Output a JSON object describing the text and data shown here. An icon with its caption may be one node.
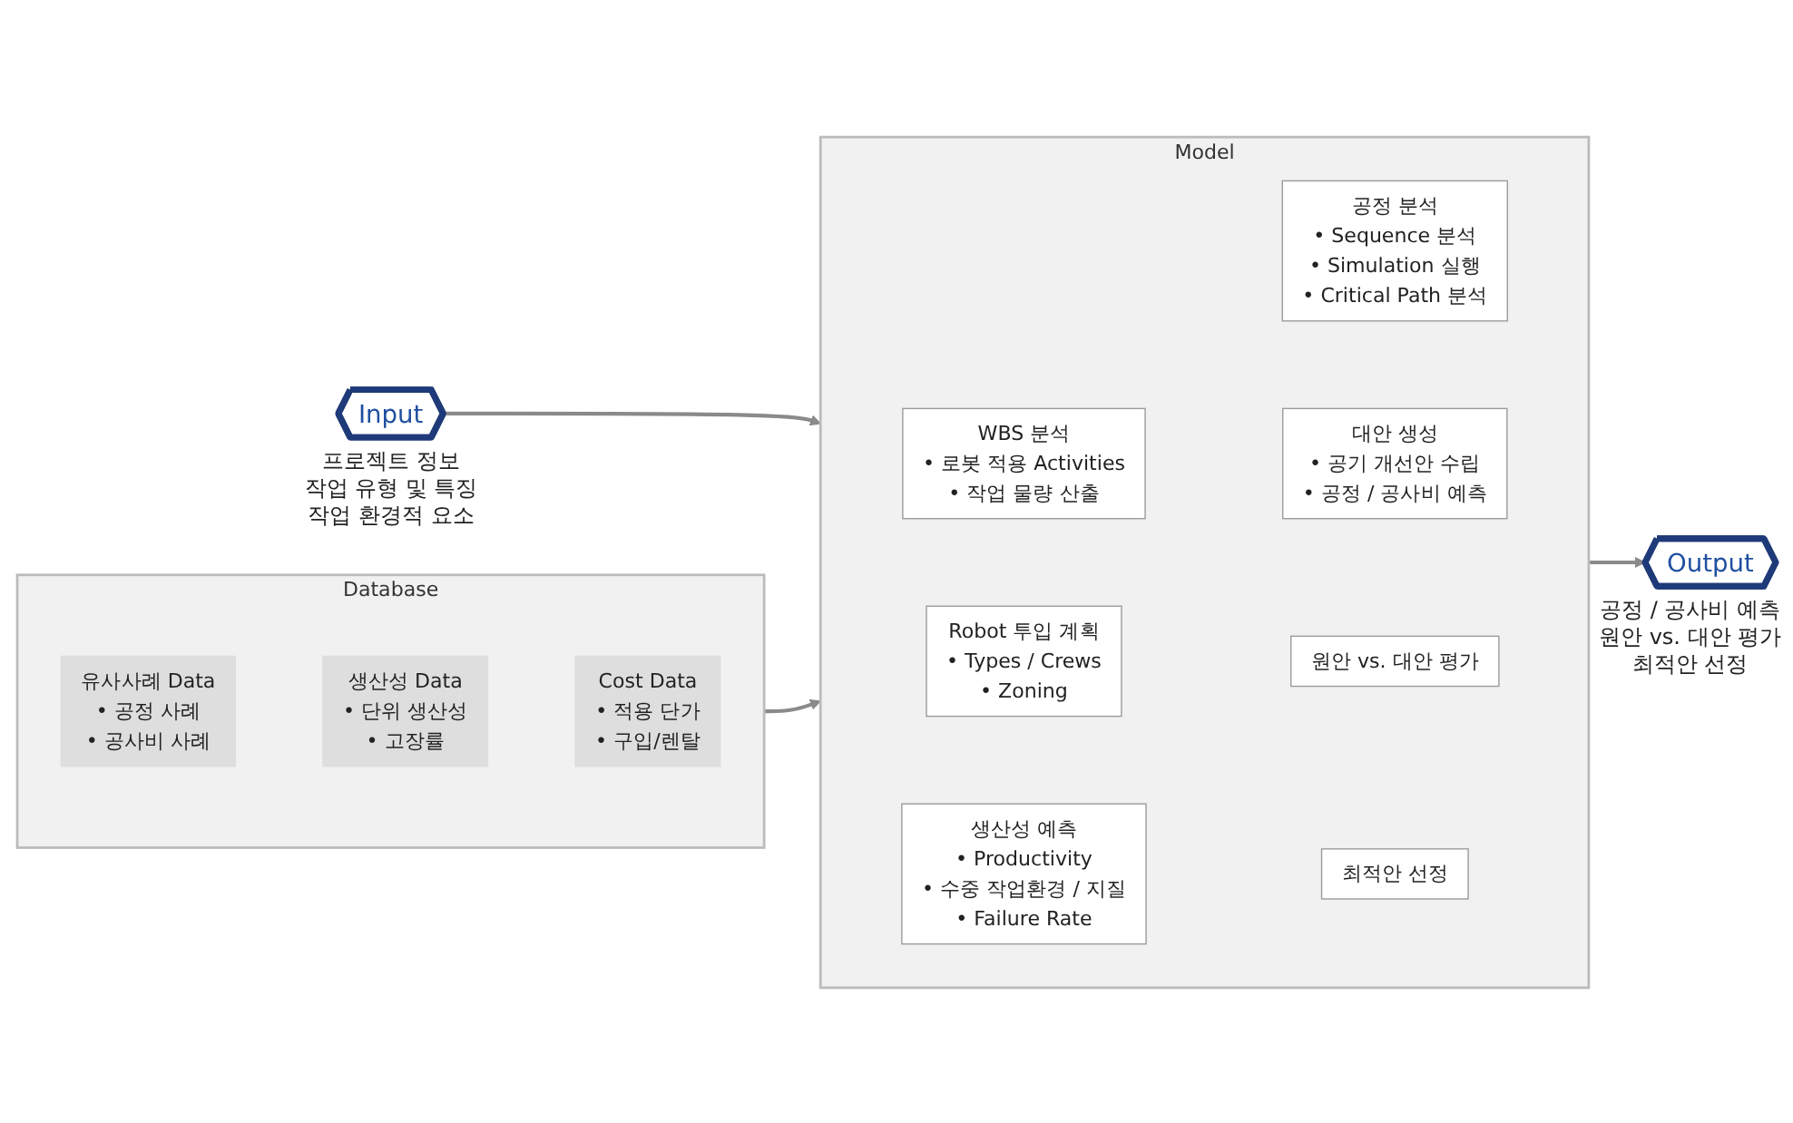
{
  "diagram": {
    "nodes": [
      {
        "text": [
          "Input"
        ],
        "beside": [
          "프로젝트 정보",
          "작업 유형 및 특징",
          "작업 환경적 요소"
        ]
      },
      {
        "text": [
          "Model"
        ]
      },
      {
        "text": [
          "WBS 분석",
          "• 로봇 적용 Activities",
          "• 작업 물량 산출"
        ],
        "in": 1
      },
      {
        "text": [
          "Robot 투입 계획",
          "• Types / Crews",
          "• Zoning"
        ],
        "in": 1
      },
      {
        "text": [
          "생산성 예측",
          "• Productivity",
          "• 수중 작업환경 / 지질",
          "• Failure Rate"
        ],
        "in": 1
      },
      {
        "text": [
          "공정 분석",
          "• Sequence 분석",
          "• Simulation 실행",
          "• Critical Path 분석"
        ],
        "in": 1
      },
      {
        "text": [
          "대안 생성",
          "• 공기 개선안 수립",
          "• 공정 / 공사비 예측"
        ],
        "in": 1
      },
      {
        "text": [
          "원안 vs. 대안 평가"
        ],
        "in": 1
      },
      {
        "text": [
          "최적안 선정"
        ],
        "in": 1
      },
      {
        "text": [
          "Output"
        ],
        "beside": [
          "공정 / 공사비 예측",
          "원안 vs. 대안 평가",
          "최적안 선정"
        ]
      },
      {
        "text": [
          "Database"
        ]
      },
      {
        "text": [
          "유사사례 Data",
          "• 공정 사례",
          "• 공사비 사례"
        ],
        "in": 10
      },
      {
        "text": [
          "생산성 Data",
          "• 단위 생산성",
          "• 고장률"
        ],
        "in": 10
      },
      {
        "text": [
          "Cost Data",
          "• 적용 단가",
          "• 구입/렌탈"
        ],
        "in": 10
      }
    ],
    "edges": [
      {
        "from": 0,
        "to": 1,
        "arrow": "to"
      },
      {
        "from": 1,
        "to": 9,
        "arrow": "to"
      },
      {
        "from": 10,
        "to": 1,
        "arrow": "to"
      }
    ]
  }
}
